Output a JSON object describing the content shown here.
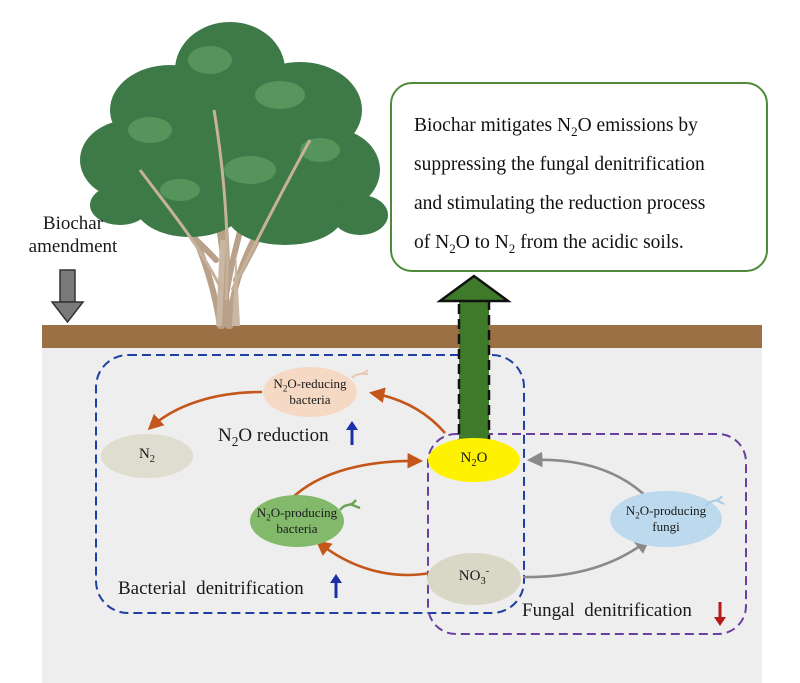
{
  "labels": {
    "biochar_line1": "Biochar",
    "biochar_line2": "amendment",
    "callout": {
      "line1_a": "Biochar mitigates N",
      "line1_sub": "2",
      "line1_b": "O emissions by",
      "line2": "suppressing the fungal denitrification",
      "line3": "and stimulating the reduction process",
      "line4_a": "of N",
      "line4_sub1": "2",
      "line4_b": "O to N",
      "line4_sub2": "2",
      "line4_c": " from the acidic soils."
    },
    "n2o_reducing_bacteria": {
      "line1_a": "N",
      "line1_sub": "2",
      "line1_b": "O-reducing",
      "line2": "bacteria"
    },
    "n2": {
      "main": "N",
      "sub": "2"
    },
    "n2o_reduction": {
      "a": "N",
      "sub": "2",
      "b": "O reduction"
    },
    "n2o": {
      "a": "N",
      "sub": "2",
      "b": "O"
    },
    "n2o_producing_bacteria": {
      "line1_a": "N",
      "line1_sub": "2",
      "line1_b": "O-producing",
      "line2": "bacteria"
    },
    "n2o_producing_fungi": {
      "line1_a": "N",
      "line1_sub": "2",
      "line1_b": "O-producing",
      "line2": "fungi"
    },
    "no3": {
      "main": "NO",
      "sub": "3",
      "sup": "-"
    },
    "bacterial_denitrification": "Bacterial  denitrification",
    "fungal_denitrification": "Fungal  denitrification"
  },
  "colors": {
    "soil_surface": "#9c7045",
    "soil_body": "#eeeeee",
    "bacterial_box": "#1f3fa3",
    "fungal_box": "#6b3fa0",
    "orange_arrow": "#c4561a",
    "grey_arrow": "#8a8a8a",
    "green_arrow": "#3f7a2b",
    "callout_border": "#4e8a3a",
    "n2o_fill": "#fff200",
    "n2_fill": "#deddd0",
    "no3_fill": "#d9d7c5",
    "reducing_bacteria_fill": "#f6d9c4",
    "producing_bacteria_fill": "#82b96b",
    "producing_fungi_fill": "#bcd9ee",
    "up_arrow": "#1b2fa8",
    "down_arrow": "#b31b1b"
  },
  "icons": {
    "biochar_arrow": "down-arrow-icon",
    "tree": "tree-icon",
    "bacteria_up": "up-arrow-icon",
    "fungi_down": "down-arrow-icon"
  }
}
